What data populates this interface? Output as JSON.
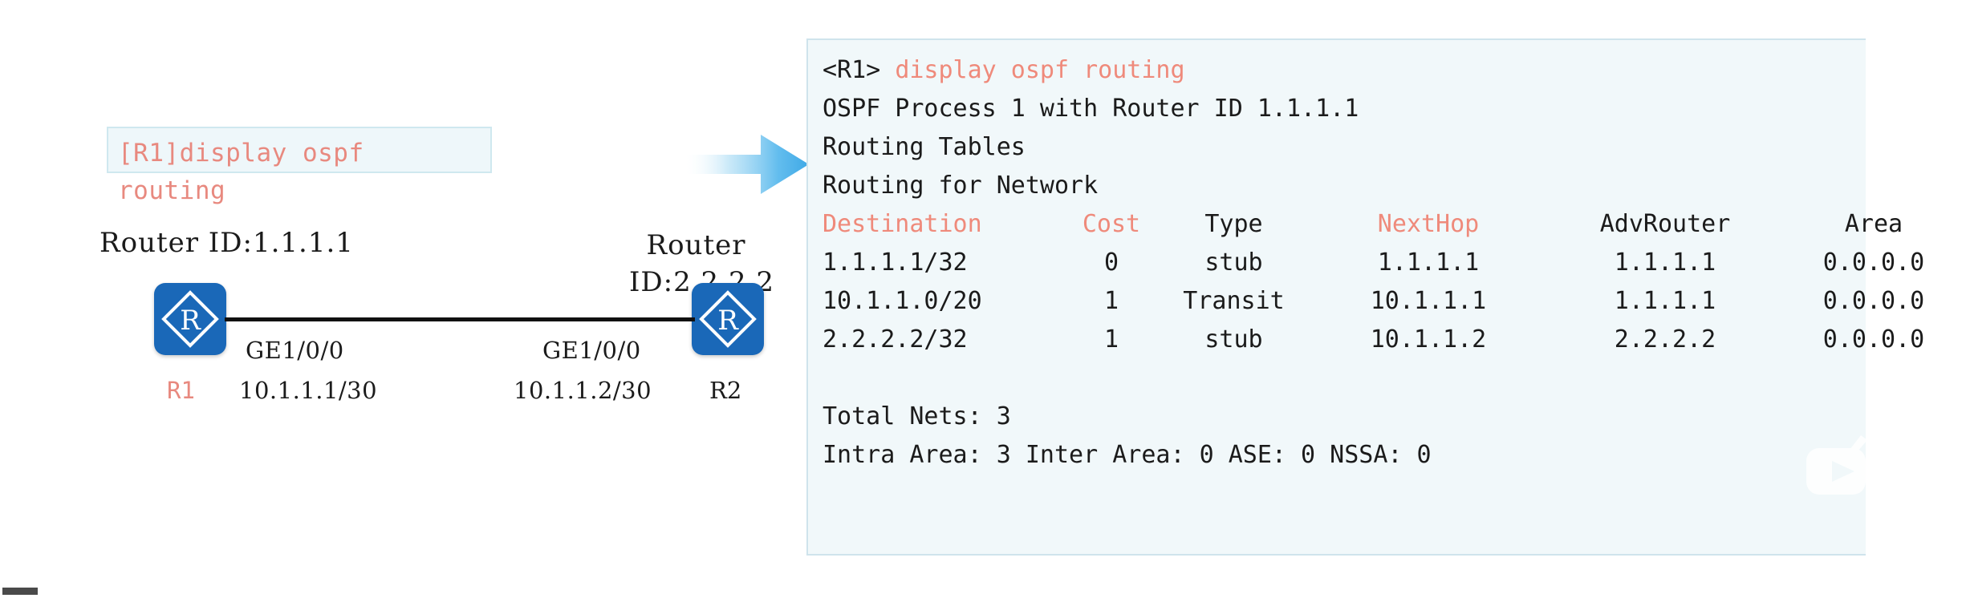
{
  "topology": {
    "command_box": {
      "text": "[R1]display ospf\nrouting",
      "accent_color": "#e8897f",
      "background": "#eef7fa",
      "border_color": "#cfe8ef"
    },
    "left_router": {
      "router_id_label": "Router ID:1.1.1.1",
      "name": "R1",
      "interface": "GE1/0/0",
      "ip": "10.1.1.1/30",
      "icon": "router-icon",
      "icon_color": "#1a68b8"
    },
    "right_router": {
      "router_id_line1": "Router",
      "router_id_line2": "ID:2.2.2.2",
      "name": "R2",
      "interface": "GE1/0/0",
      "ip": "10.1.1.2/30",
      "icon": "router-icon",
      "icon_color": "#1a68b8"
    },
    "arrow": {
      "icon": "right-arrow-icon",
      "color": "#4cb3ea"
    }
  },
  "terminal": {
    "background": "#f1f8fa",
    "border_color": "#cfe4ec",
    "prompt": "<R1>",
    "command": "display ospf routing",
    "process_line": "OSPF Process 1 with Router ID 1.1.1.1",
    "tables_line": "Routing Tables",
    "section_line": "Routing for Network",
    "headers": {
      "destination": "Destination",
      "cost": "Cost",
      "type": "Type",
      "nexthop": "NextHop",
      "advrouter": "AdvRouter",
      "area": "Area"
    },
    "header_colors": {
      "destination": "#ef8a7b",
      "cost": "#ef8a7b",
      "type": "#1b1b1b",
      "nexthop": "#ef8a7b",
      "advrouter": "#1b1b1b",
      "area": "#1b1b1b"
    },
    "rows": [
      {
        "destination": "1.1.1.1/32",
        "cost": "0",
        "type": "stub",
        "nexthop": "1.1.1.1",
        "advrouter": "1.1.1.1",
        "area": "0.0.0.0"
      },
      {
        "destination": "10.1.1.0/20",
        "cost": "1",
        "type": "Transit",
        "nexthop": "10.1.1.1",
        "advrouter": "1.1.1.1",
        "area": "0.0.0.0"
      },
      {
        "destination": "2.2.2.2/32",
        "cost": "1",
        "type": "stub",
        "nexthop": "10.1.1.2",
        "advrouter": "2.2.2.2",
        "area": "0.0.0.0"
      }
    ],
    "total_nets_line": "Total Nets: 3",
    "summary_line": "Intra Area: 3  Inter Area: 0  ASE: 0  NSSA: 0",
    "watermark_icon": "video-play-icon"
  }
}
